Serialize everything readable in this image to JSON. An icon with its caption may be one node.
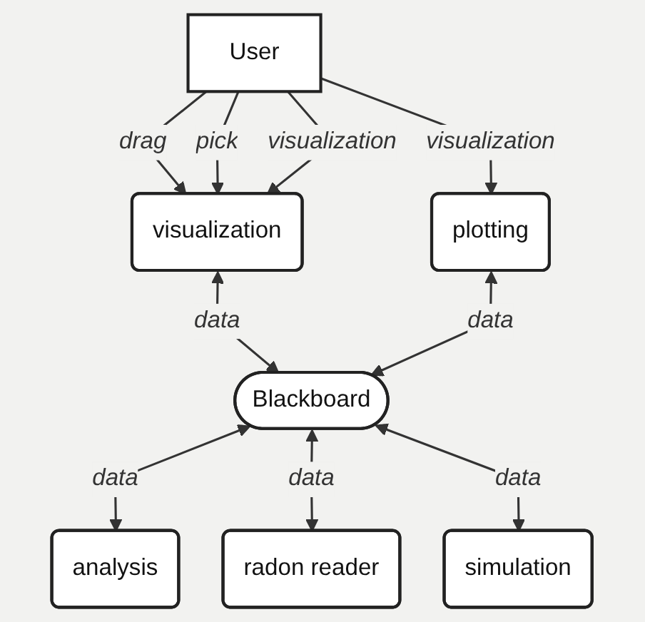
{
  "diagram": {
    "nodes": [
      {
        "text": [
          "User"
        ]
      },
      {
        "text": [
          "visualization"
        ]
      },
      {
        "text": [
          "plotting"
        ]
      },
      {
        "text": [
          "Blackboard"
        ]
      },
      {
        "text": [
          "analysis"
        ]
      },
      {
        "text": [
          "radon reader"
        ]
      },
      {
        "text": [
          "simulation"
        ]
      }
    ],
    "edges": [
      {
        "from": 0,
        "to": 1,
        "label": "drag",
        "arrow": "to"
      },
      {
        "from": 0,
        "to": 1,
        "label": "pick",
        "arrow": "to"
      },
      {
        "from": 0,
        "to": 1,
        "label": "visualization",
        "arrow": "to"
      },
      {
        "from": 0,
        "to": 2,
        "label": "visualization",
        "arrow": "to"
      },
      {
        "from": 1,
        "to": 3,
        "label": "data",
        "arrow": "both"
      },
      {
        "from": 2,
        "to": 3,
        "label": "data",
        "arrow": "both"
      },
      {
        "from": 3,
        "to": 4,
        "label": "data",
        "arrow": "both"
      },
      {
        "from": 3,
        "to": 5,
        "label": "data",
        "arrow": "both"
      },
      {
        "from": 3,
        "to": 6,
        "label": "data",
        "arrow": "both"
      }
    ]
  }
}
